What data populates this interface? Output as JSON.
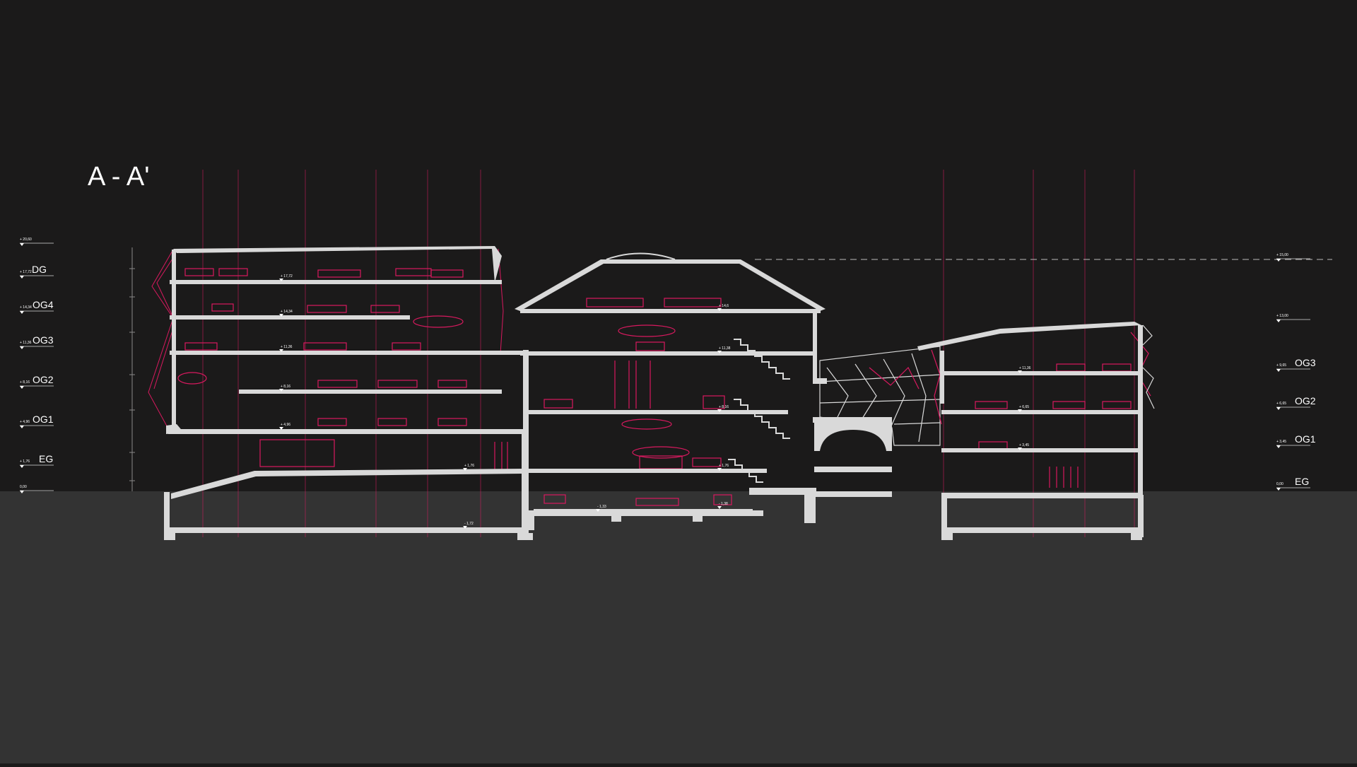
{
  "title": "A - A'",
  "colors": {
    "background": "#1b1a1a",
    "ground": "#333333",
    "section": "#d9d9d9",
    "detail": "#d9195f"
  },
  "levels_left": [
    {
      "label": "DG",
      "elevation": "+ 17,72"
    },
    {
      "label": "OG4",
      "elevation": "+ 14,34"
    },
    {
      "label": "OG3",
      "elevation": "+ 11,36"
    },
    {
      "label": "OG2",
      "elevation": "+ 8,16"
    },
    {
      "label": "OG1",
      "elevation": "+ 4,96"
    },
    {
      "label": "EG",
      "elevation": "+ 1,76"
    }
  ],
  "levels_right": [
    {
      "label": "OG3",
      "elevation": "+ 9,65"
    },
    {
      "label": "OG2",
      "elevation": "+ 6,65"
    },
    {
      "label": "OG1",
      "elevation": "+ 3,45"
    },
    {
      "label": "EG",
      "elevation": "0,00"
    }
  ],
  "top_elevation_left": "+ 20,60",
  "top_elevation_right": "+ 15,00",
  "mid_elevation_right": "+ 13,00",
  "ground_elevation": "0,00",
  "floor_elevations": [
    "+ 17,72",
    "+ 14,34",
    "+ 11,36",
    "+ 8,16",
    "+ 4,96",
    "+ 1,76",
    "+ 14,6",
    "+ 11,38",
    "+ 8,16",
    "+ 1,76",
    "- 1,33",
    "- 1,38",
    "+ 11,36",
    "+ 6,65",
    "+ 3,45",
    "- 1,72"
  ]
}
